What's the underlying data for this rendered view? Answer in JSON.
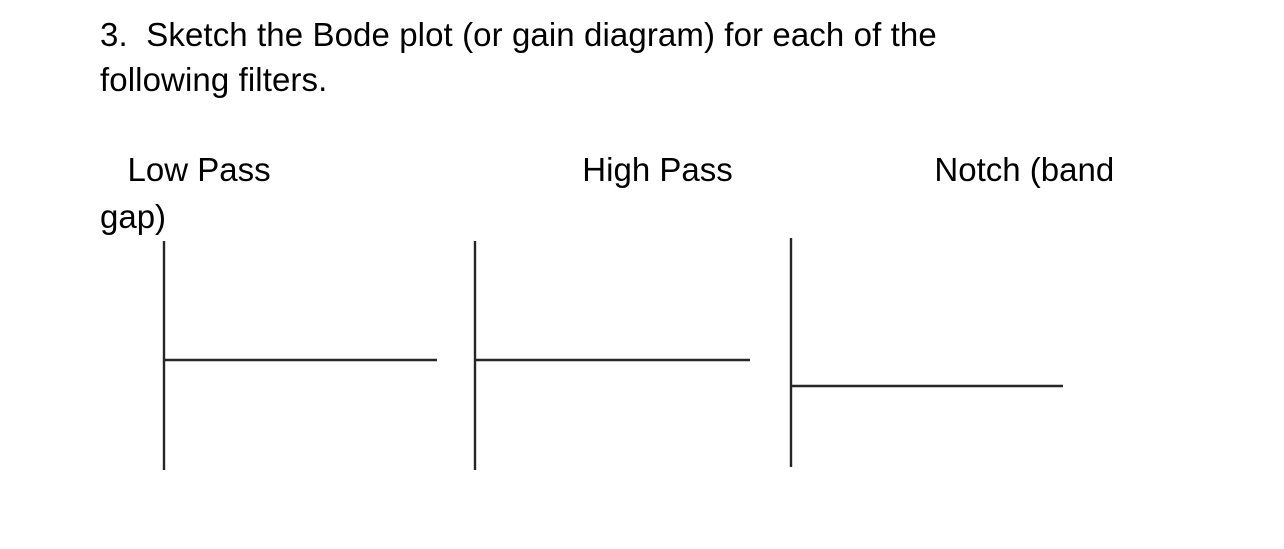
{
  "page": {
    "background_color": "#ffffff",
    "text_color": "#000000",
    "stroke_color": "#262626"
  },
  "question": {
    "number": "3.",
    "full_text": "3.  Sketch the Bode plot (or gain diagram) for each of the\nfollowing filters.",
    "line_1": "3.  Sketch the Bode plot (or gain diagram) for each of the",
    "line_2": "following filters."
  },
  "headings": {
    "line_1": "   Low Pass                                  High Pass                      Notch (band",
    "line_2": "gap)",
    "items": [
      {
        "label": "Low Pass"
      },
      {
        "label": "High Pass"
      },
      {
        "label": "Notch (band gap)"
      }
    ]
  },
  "chart_data": [
    {
      "type": "line",
      "title": "Low Pass",
      "xlabel": "",
      "ylabel": "",
      "grid": false,
      "legend": "none",
      "axes": {
        "vertical_x": 164,
        "vertical_y_top": 241,
        "vertical_y_bottom": 470,
        "horizontal_y": 360,
        "horizontal_x_start": 164,
        "horizontal_x_end": 437
      },
      "series": [
        {
          "name": "gain",
          "points": [
            [
              164,
              360
            ],
            [
              437,
              360
            ]
          ]
        }
      ],
      "annotations": []
    },
    {
      "type": "line",
      "title": "High Pass",
      "xlabel": "",
      "ylabel": "",
      "grid": false,
      "legend": "none",
      "axes": {
        "vertical_x": 475,
        "vertical_y_top": 241,
        "vertical_y_bottom": 470,
        "horizontal_y": 360,
        "horizontal_x_start": 475,
        "horizontal_x_end": 750
      },
      "series": [
        {
          "name": "gain",
          "points": [
            [
              475,
              360
            ],
            [
              750,
              360
            ]
          ]
        }
      ],
      "annotations": []
    },
    {
      "type": "line",
      "title": "Notch (band gap)",
      "xlabel": "",
      "ylabel": "",
      "grid": false,
      "legend": "none",
      "axes": {
        "vertical_x": 791,
        "vertical_y_top": 238,
        "vertical_y_bottom": 467,
        "horizontal_y": 386,
        "horizontal_x_start": 791,
        "horizontal_x_end": 1063
      },
      "series": [
        {
          "name": "gain",
          "points": [
            [
              791,
              386
            ],
            [
              1063,
              386
            ]
          ]
        }
      ],
      "annotations": []
    }
  ]
}
